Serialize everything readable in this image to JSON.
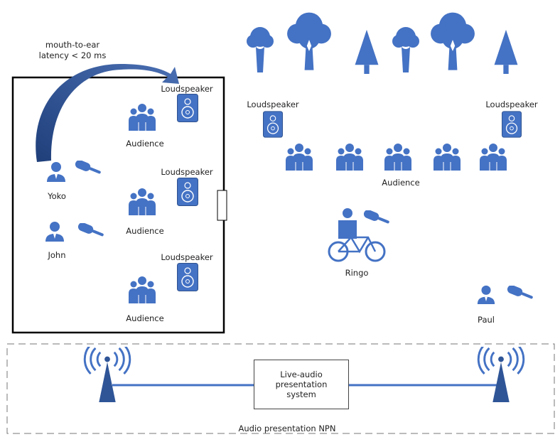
{
  "latency": {
    "line1": "mouth-to-ear",
    "line2": "latency < 20 ms"
  },
  "left_room": {
    "loudspeakers": [
      "Loudspeaker",
      "Loudspeaker",
      "Loudspeaker"
    ],
    "audiences": [
      "Audience",
      "Audience",
      "Audience"
    ],
    "performers": [
      "Yoko",
      "John"
    ]
  },
  "outdoor": {
    "loudspeakers": [
      "Loudspeaker",
      "Loudspeaker"
    ],
    "audience": "Audience",
    "performers": [
      "Ringo",
      "Paul"
    ]
  },
  "network": {
    "system_lines": [
      "Live-audio",
      "presentation",
      "system"
    ],
    "npn_label": "Audio presentation NPN"
  },
  "colors": {
    "icon": "#4472c4",
    "icon_dark": "#2f528f",
    "arrow": "#2f5597"
  }
}
